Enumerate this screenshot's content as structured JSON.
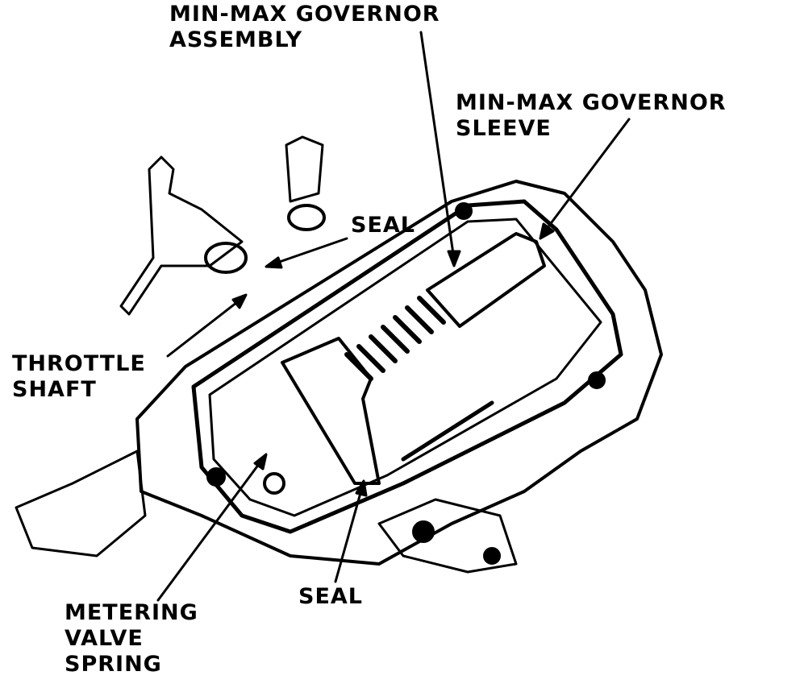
{
  "labels": {
    "governor_assembly": [
      "MIN-MAX  GOVERNOR",
      "ASSEMBLY"
    ],
    "governor_sleeve": [
      "MIN-MAX  GOVERNOR",
      "SLEEVE"
    ],
    "seal_top": "SEAL",
    "throttle_shaft": [
      "THROTTLE",
      "SHAFT"
    ],
    "metering_valve_spring": [
      "METERING",
      "VALVE",
      "SPRING"
    ],
    "seal_bottom": "SEAL"
  },
  "colors": {
    "ink": "#000000",
    "paper": "#ffffff"
  }
}
